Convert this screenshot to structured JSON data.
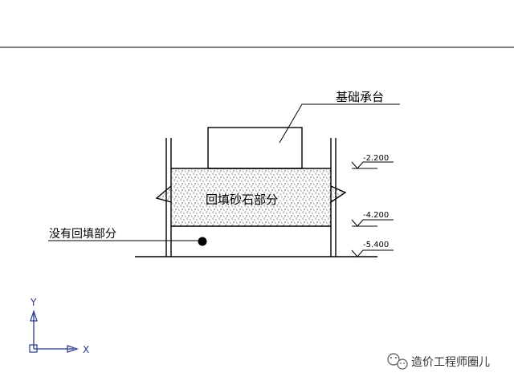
{
  "labels": {
    "pile_cap": "基础承台",
    "backfill": "回填砂石部分",
    "not_backfilled": "没有回填部分"
  },
  "elevations": {
    "top": "-2.200",
    "middle": "-4.200",
    "bottom": "-5.400"
  },
  "axes": {
    "y": "Y",
    "x": "X"
  },
  "watermark": {
    "text": "造价工程师圈儿"
  },
  "colors": {
    "line": "#000000",
    "axis": "#2a3a8a",
    "background": "#ffffff"
  }
}
